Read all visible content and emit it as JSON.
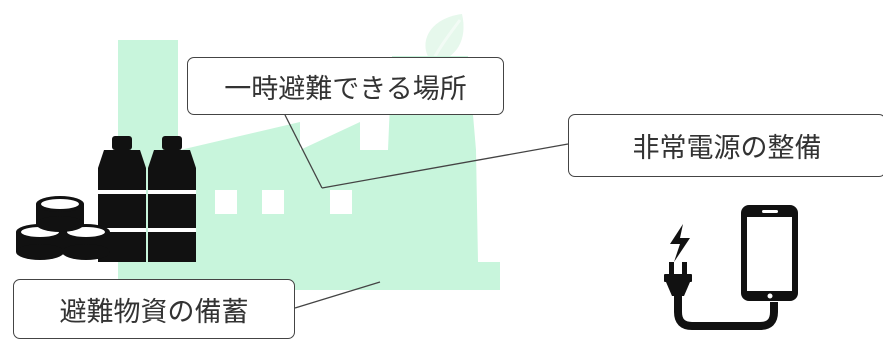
{
  "callouts": {
    "shelter": "一時避難できる場所",
    "power": "非常電源の整備",
    "supplies": "避難物資の備蓄"
  },
  "colors": {
    "factory": "#c8f5dc",
    "leaf": "#e6f8ec",
    "icon": "#111111",
    "border": "#444444",
    "text": "#333333"
  },
  "icons": {
    "factory": "factory-icon",
    "leaf": "leaf-icon",
    "bottles": "bottles-icon",
    "cans": "cans-icon",
    "bolt": "lightning-bolt-icon",
    "plug": "plug-icon",
    "phone": "smartphone-icon"
  }
}
